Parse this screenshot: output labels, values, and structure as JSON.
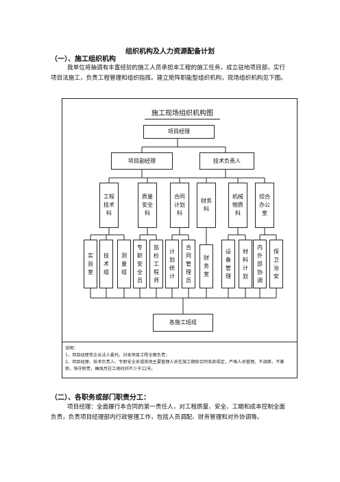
{
  "doc": {
    "title": "组织机构及人力资源配备计划",
    "section1_heading": "（一）、施工组织机构",
    "section1_text": "我单位将抽调有丰富经验的施工人员承担本工程的施工任务，成立驻地项目部，实行项目法施工，负责工程管理和组织指挥。建立矩阵职能型组织机构，现场组织机构见下图。",
    "section2_heading": "（二）、各职务或部门职责分工：",
    "section2_text": "项目经理：全面履行本合同的第一责任人，对工程质量、安全、工期和成本控制全面负责，负责项目经理部内行政管理工作，包括人员调配、财务管理和对外协调等。"
  },
  "org_chart": {
    "title": "施工现场组织机构图",
    "top": "项目经理",
    "level2": [
      "项目副经理",
      "技术负责人"
    ],
    "departments": [
      "工程技术科",
      "质量安全科",
      "合同计划科",
      "财务科",
      "机械物质科",
      "综合办公室"
    ],
    "units": [
      "实验室",
      "技术组",
      "测量组",
      "专职安全员",
      "监检工程师",
      "计划统计",
      "合同管理员",
      "财务室",
      "设备管理",
      "材料计划",
      "内外部协调",
      "保卫治安"
    ],
    "bottom": "各施工班组",
    "notes_label": "说明：",
    "notes": [
      "1、项目经理受企业法人委托，对本项目工程全面负责；",
      "2、项目经理、技术负责人、专职安全员或其他主要管理人员在施工期按合同条款规定，严格人员管理，不调换，不兼职，恪守职责，确保月驻工地时间不少于22天。"
    ]
  }
}
